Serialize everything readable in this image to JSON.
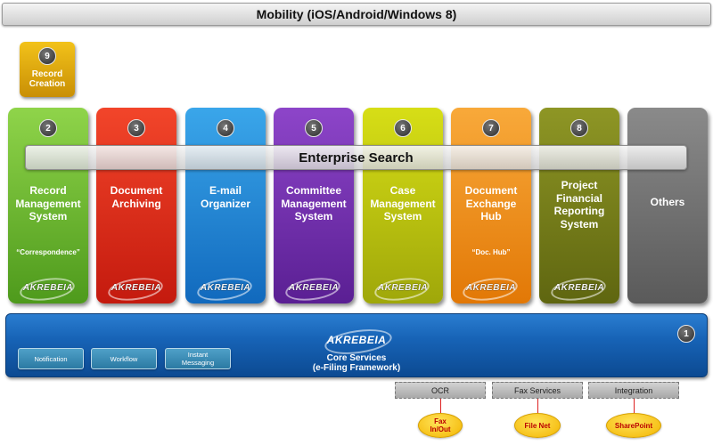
{
  "mobility": {
    "label": "Mobility (iOS/Android/Windows 8)"
  },
  "record_creation": {
    "number": "9",
    "label_line1": "Record",
    "label_line2": "Creation",
    "color_top": "#f2c21a",
    "color_bottom": "#c98f05"
  },
  "enterprise_search": {
    "label": "Enterprise Search"
  },
  "columns": [
    {
      "number": "2",
      "title": "Record Management System",
      "subtitle": "“Correspondence”",
      "logo": "AKREBEIA",
      "color_top": "#8fd44a",
      "color_bottom": "#4e9a1c"
    },
    {
      "number": "3",
      "title": "Document Archiving",
      "subtitle": "",
      "logo": "AKREBEIA",
      "color_top": "#f2452a",
      "color_bottom": "#c41a0e"
    },
    {
      "number": "4",
      "title": "E-mail Organizer",
      "subtitle": "",
      "logo": "AKREBEIA",
      "color_top": "#3aa6ea",
      "color_bottom": "#1169bd"
    },
    {
      "number": "5",
      "title": "Committee Management System",
      "subtitle": "",
      "logo": "AKREBEIA",
      "color_top": "#8d45c9",
      "color_bottom": "#5a1f93"
    },
    {
      "number": "6",
      "title": "Case Management System",
      "subtitle": "",
      "logo": "AKREBEIA",
      "color_top": "#d7de16",
      "color_bottom": "#9fa70a"
    },
    {
      "number": "7",
      "title": "Document Exchange Hub",
      "subtitle": "“Doc. Hub”",
      "logo": "AKREBEIA",
      "color_top": "#f8a93a",
      "color_bottom": "#e27806"
    },
    {
      "number": "8",
      "title": "Project Financial Reporting System",
      "subtitle": "",
      "logo": "AKREBEIA",
      "color_top": "#8e9625",
      "color_bottom": "#5f6610"
    },
    {
      "number": "",
      "title": "Others",
      "subtitle": "",
      "logo": "",
      "color_top": "#8a8a8a",
      "color_bottom": "#5a5a5a"
    }
  ],
  "core": {
    "number": "1",
    "logo": "AKREBEIA",
    "title_line1": "Core Services",
    "title_line2": "(e-Filing Framework)",
    "buttons": [
      {
        "label_line1": "Notification",
        "label_line2": ""
      },
      {
        "label_line1": "Workflow",
        "label_line2": ""
      },
      {
        "label_line1": "Instant",
        "label_line2": "Messaging"
      }
    ]
  },
  "services": [
    {
      "label": "OCR",
      "connector_line1": "Fax",
      "connector_line2": "In/Out"
    },
    {
      "label": "Fax Services",
      "connector_line1": "File Net",
      "connector_line2": ""
    },
    {
      "label": "Integration",
      "connector_line1": "SharePoint",
      "connector_line2": ""
    }
  ]
}
